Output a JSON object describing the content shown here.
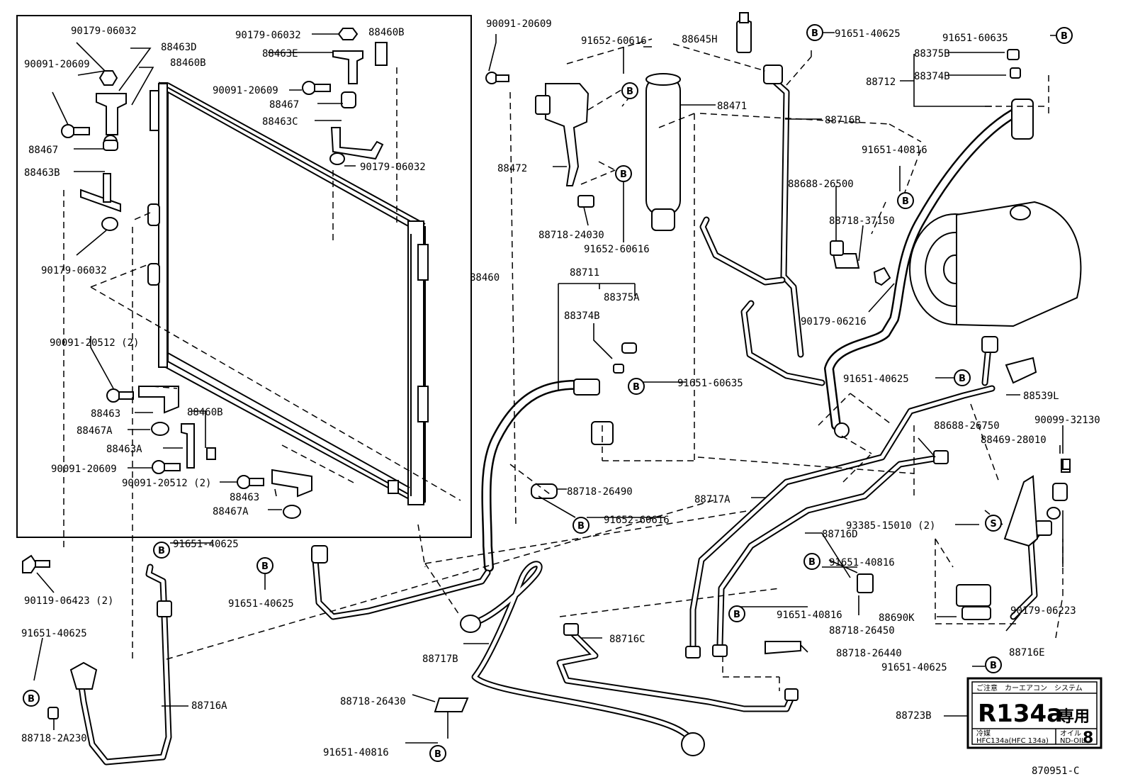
{
  "diagram_id": "870951-C",
  "parts": {
    "p1": "90179-06032",
    "p2": "90179-06032",
    "p3": "88460B",
    "p4": "88463D",
    "p5": "88463E",
    "p6": "90091-20609",
    "p7": "88460B",
    "p8": "90091-20609",
    "p9": "88467",
    "p10": "88463C",
    "p11": "88467",
    "p12": "90179-06032",
    "p13": "88463B",
    "p14": "90179-06032",
    "p15": "88460",
    "p16": "90091-20512 (2)",
    "p17": "88463",
    "p18": "88467A",
    "p19": "88460B",
    "p20": "88463A",
    "p21": "90091-20609",
    "p22": "90091-20512 (2)",
    "p23": "88463",
    "p24": "88467A",
    "p25": "90119-06423 (2)",
    "p26": "91651-40625",
    "p27": "91651-40625",
    "p28": "91651-40625",
    "p29": "88716A",
    "p30": "88718-2A230",
    "p31": "90091-20609",
    "p32": "91652-60616",
    "p33": "88645H",
    "p34": "91651-40625",
    "p35": "91651-60635",
    "p36": "88375B",
    "p37": "88374B",
    "p38": "88712",
    "p39": "88471",
    "p40": "88716B",
    "p41": "91651-40816",
    "p42": "88472",
    "p43": "88718-24030",
    "p44": "91652-60616",
    "p45": "88688-26500",
    "p46": "88718-37150",
    "p47": "90179-06216",
    "p48": "88711",
    "p49": "88375A",
    "p50": "88374B",
    "p51": "91651-60635",
    "p52": "91651-40625",
    "p53": "88539L",
    "p54": "88688-26750",
    "p55": "90099-32130",
    "p56": "88469-28010",
    "p57": "88718-26490",
    "p58": "91652-60616",
    "p59": "88717A",
    "p60": "93385-15010 (2)",
    "p61": "88716D",
    "p62": "91651-40816",
    "p63": "91651-40816",
    "p64": "88718-26450",
    "p65": "88690K",
    "p66": "90179-06223",
    "p67": "88716C",
    "p68": "88718-26440",
    "p69": "88716E",
    "p70": "88717B",
    "p71": "88718-26430",
    "p72": "91651-40816",
    "p73": "91651-40625",
    "p74": "88723B"
  },
  "badges": {
    "b": "B",
    "s": "S"
  },
  "label_plate": {
    "header": "ご注意　カーエアコン　システム",
    "refrigerant": "R134a",
    "exclusive": "専用",
    "coolant_label": "冷媒",
    "coolant_value": "HFC134a(HFC 134a)",
    "oil_label": "オイル",
    "oil_value": "ND-OIL",
    "oil_number": "8"
  }
}
